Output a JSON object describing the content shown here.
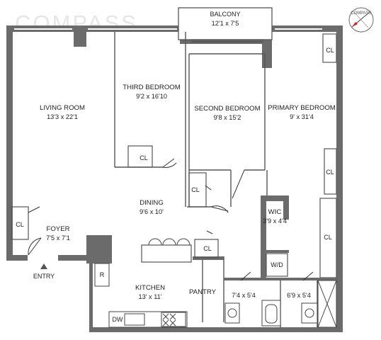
{
  "brand": {
    "logo_text": "COMPASS"
  },
  "compass_rose": {
    "label": "COMPASS"
  },
  "rooms": {
    "balcony": {
      "name": "BALCONY",
      "dims": "12'1 x 7'5"
    },
    "third_bedroom": {
      "name": "THIRD BEDROOM",
      "dims": "9'2 x 16'10"
    },
    "second_bedroom": {
      "name": "SECOND BEDROOM",
      "dims": "9'8 x 15'2"
    },
    "primary_bedroom": {
      "name": "PRIMARY BEDROOM",
      "dims": "9' x 31'4"
    },
    "living_room": {
      "name": "LIVING ROOM",
      "dims": "13'3 x 22'1"
    },
    "dining": {
      "name": "DINING",
      "dims": "9'6 x 10'"
    },
    "wic": {
      "name": "WIC",
      "dims": "3'9 x 4'4"
    },
    "foyer": {
      "name": "FOYER",
      "dims": "7'5 x 7'1"
    },
    "kitchen": {
      "name": "KITCHEN",
      "dims": "13' x 11'"
    },
    "pantry": {
      "name": "PANTRY"
    },
    "bath_1": {
      "dims": "7'4 x 5'4"
    },
    "bath_2": {
      "dims": "6'9 x 5'4"
    }
  },
  "labels": {
    "closet": "CL",
    "washer_dryer": "W/D",
    "dishwasher": "DW",
    "refrigerator": "R",
    "entry": "ENTRY"
  }
}
